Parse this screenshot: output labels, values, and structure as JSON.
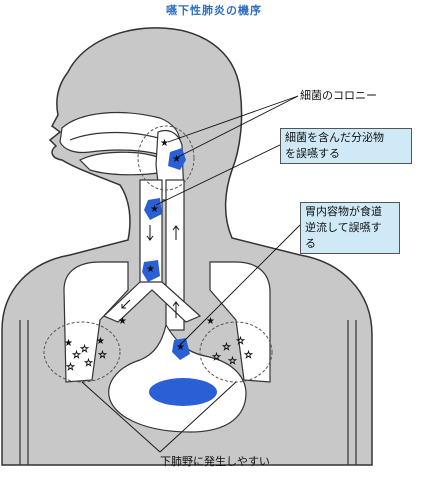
{
  "title": "嚥下性肺炎の機序",
  "labels": {
    "colony": "細菌のコロニー",
    "secretion_line1": "細菌を含んだ分泌物",
    "secretion_line2": "を誤嚥する",
    "gastric_line1": "胃内容物が食道",
    "gastric_line2": "逆流して誤嚥す",
    "gastric_line3": "る",
    "lower_lung": "下肺野に発生しやすい"
  },
  "colors": {
    "body_fill": "#c8c8c8",
    "outline": "#333333",
    "bacteria": "#2a5fd6",
    "box_fill": "#cfeaf6",
    "title": "#2e6fc0"
  }
}
